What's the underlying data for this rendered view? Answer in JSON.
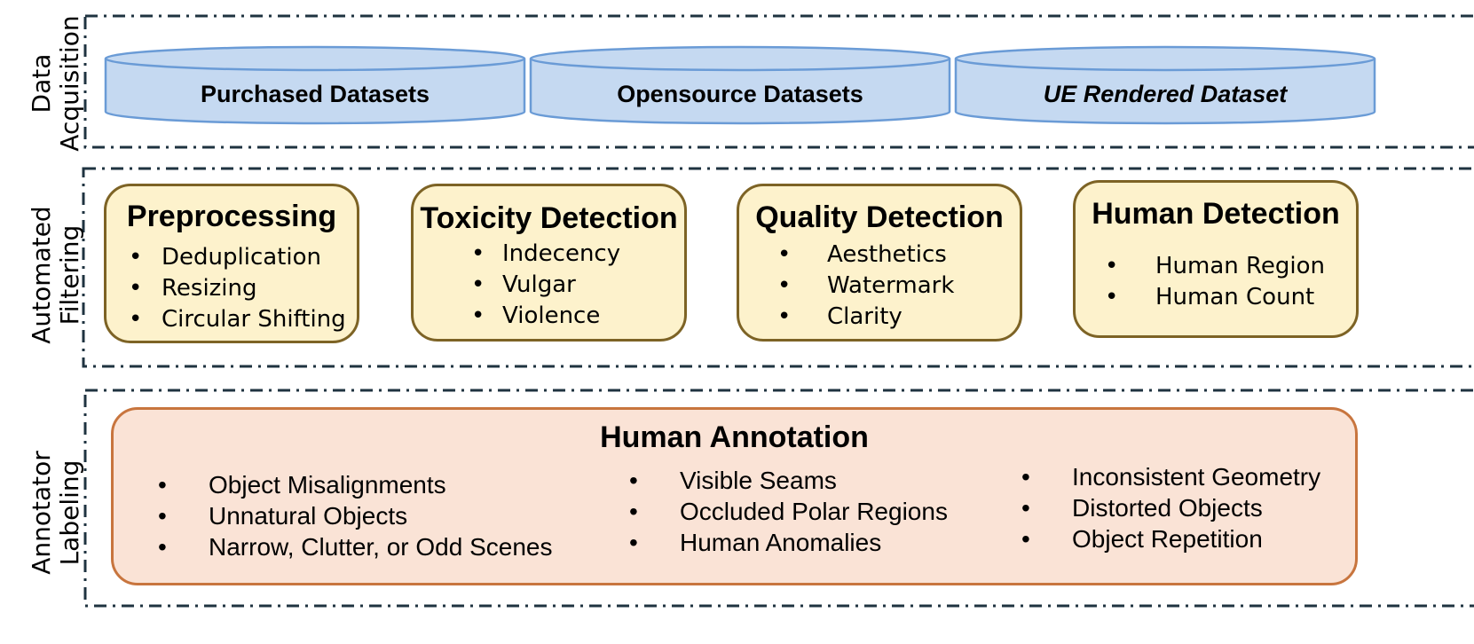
{
  "rows": {
    "acquisition": {
      "label_line1": "Data",
      "label_line2": "Acquisition"
    },
    "filtering": {
      "label_line1": "Automated",
      "label_line2": "Filtering"
    },
    "labeling": {
      "label_line1": "Annotator",
      "label_line2": "Labeling"
    }
  },
  "datasets": [
    {
      "label": "Purchased Datasets"
    },
    {
      "label": "Opensource Datasets"
    },
    {
      "label": "UE Rendered Dataset"
    }
  ],
  "filters": [
    {
      "title": "Preprocessing",
      "items": [
        "Deduplication",
        "Resizing",
        "Circular Shifting"
      ]
    },
    {
      "title": "Toxicity Detection",
      "items": [
        "Indecency",
        "Vulgar",
        "Violence"
      ]
    },
    {
      "title": "Quality Detection",
      "items": [
        "Aesthetics",
        "Watermark",
        "Clarity"
      ]
    },
    {
      "title": "Human Detection",
      "items": [
        "Human Region",
        "Human Count"
      ]
    }
  ],
  "annotation": {
    "title": "Human Annotation",
    "columns": [
      [
        "Object Misalignments",
        "Unnatural Objects",
        "Narrow, Clutter, or Odd Scenes"
      ],
      [
        "Visible Seams",
        "Occluded Polar Regions",
        "Human Anomalies"
      ],
      [
        "Inconsistent Geometry",
        "Distorted Objects",
        "Object Repetition"
      ]
    ]
  },
  "colors": {
    "frame": "#1f3340",
    "dataset_fill": "#c5d9f1",
    "dataset_stroke": "#6a9bd6",
    "filter_fill": "#fdf2cc",
    "filter_stroke": "#7d6325",
    "annotation_fill": "#fae3d6",
    "annotation_stroke": "#c8753e"
  },
  "bullet_char": "•"
}
